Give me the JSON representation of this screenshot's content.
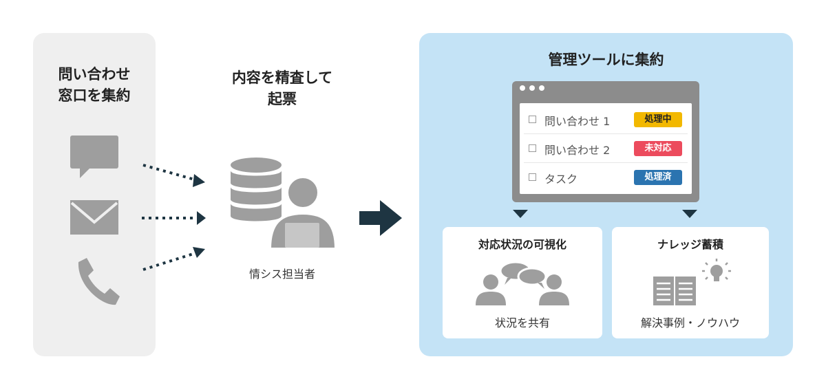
{
  "left_panel": {
    "title": "問い合わせ\n窓口を集約",
    "icons": [
      "chat-bubble-icon",
      "mail-icon",
      "phone-icon"
    ]
  },
  "middle": {
    "title": "内容を精査して\n起票",
    "person_label": "情シス担当者",
    "icons": [
      "database-icon",
      "person-at-laptop-icon"
    ]
  },
  "right_panel": {
    "title": "管理ツールに集約",
    "tool_rows": [
      {
        "label": "問い合わせ 1",
        "status": "処理中",
        "status_color": "#f2b800",
        "status_text_color": "#222222"
      },
      {
        "label": "問い合わせ 2",
        "status": "未対応",
        "status_color": "#ec4b5d",
        "status_text_color": "#ffffff"
      },
      {
        "label": "タスク",
        "status": "処理済",
        "status_color": "#2b74b0",
        "status_text_color": "#ffffff"
      }
    ],
    "cards": [
      {
        "title": "対応状況の可視化",
        "caption": "状況を共有",
        "icon": "people-discussion-icon"
      },
      {
        "title": "ナレッジ蓄積",
        "caption": "解決事例・ノウハウ",
        "icon": "book-lightbulb-icon"
      }
    ]
  },
  "colors": {
    "icon_gray": "#9e9e9e",
    "arrow_dark": "#1e3542",
    "panel_blue": "#c4e3f6",
    "panel_gray": "#efefef"
  }
}
